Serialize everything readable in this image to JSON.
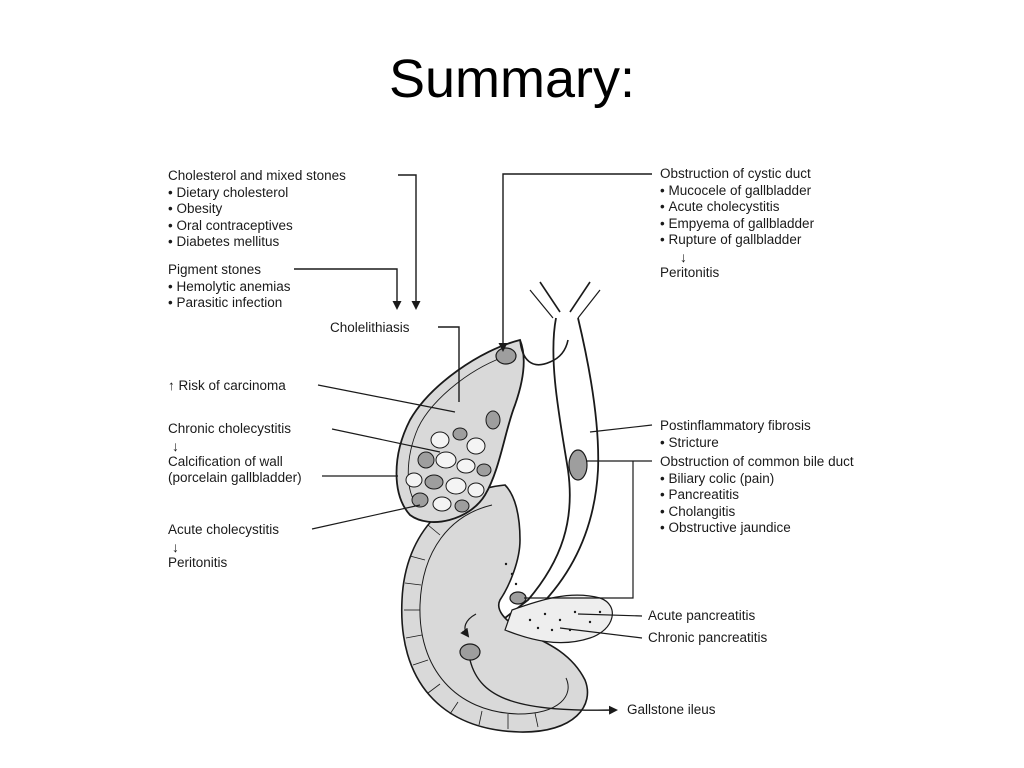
{
  "title": "Summary:",
  "labels": {
    "cholesterol": {
      "heading": "Cholesterol and mixed stones",
      "items": [
        "Dietary cholesterol",
        "Obesity",
        "Oral contraceptives",
        "Diabetes mellitus"
      ]
    },
    "pigment": {
      "heading": "Pigment stones",
      "items": [
        "Hemolytic anemias",
        "Parasitic infection"
      ]
    },
    "cholelithiasis": "Cholelithiasis",
    "carcinoma": "↑ Risk of carcinoma",
    "chronic": {
      "heading": "Chronic cholecystitis",
      "result_line1": "Calcification of wall",
      "result_line2": "(porcelain gallbladder)"
    },
    "acute": {
      "heading": "Acute cholecystitis",
      "result": "Peritonitis"
    },
    "cystic": {
      "heading": "Obstruction of cystic duct",
      "items": [
        "Mucocele of gallbladder",
        "Acute cholecystitis",
        "Empyema of gallbladder",
        "Rupture of gallbladder"
      ],
      "result": "Peritonitis"
    },
    "fibrosis": {
      "heading": "Postinflammatory fibrosis",
      "items": [
        "Stricture"
      ]
    },
    "cbd": {
      "heading": "Obstruction of common bile duct",
      "items": [
        "Biliary colic (pain)",
        "Pancreatitis",
        "Cholangitis",
        "Obstructive jaundice"
      ]
    },
    "acute_pancreatitis": "Acute pancreatitis",
    "chronic_pancreatitis": "Chronic pancreatitis",
    "ileus": "Gallstone ileus"
  },
  "arrow_glyph": "↓",
  "colors": {
    "line": "#1a1a1a",
    "organ_fill": "#d9d9d9",
    "stone_fill": "#f4f4f4"
  }
}
